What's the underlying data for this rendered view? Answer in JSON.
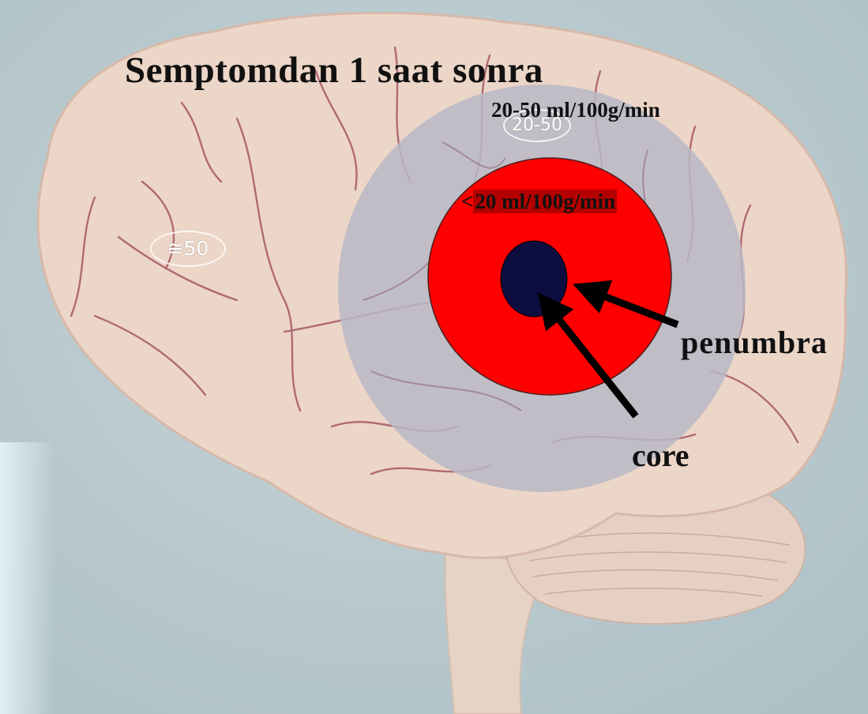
{
  "title": "Semptomdan 1 saat sonra",
  "zones": {
    "outer_label": "20-50 ml/100g/min",
    "inner_label_prefix": "<",
    "inner_label": "20 ml/100g/min",
    "penumbra_label": "penumbra",
    "core_label": "core"
  },
  "background_badges": {
    "left": "≅50",
    "top": "20-50"
  },
  "colors": {
    "background": "#b9c9cd",
    "brain": "#ecd6c8",
    "brain_vessels": "#9c4658",
    "outer_zone": "#b8b8c6",
    "penumbra": "#ff0000",
    "core": "#0d0d40",
    "arrows": "#000000"
  },
  "icons": [
    "brain-illustration",
    "penumbra-arrow",
    "core-arrow"
  ]
}
